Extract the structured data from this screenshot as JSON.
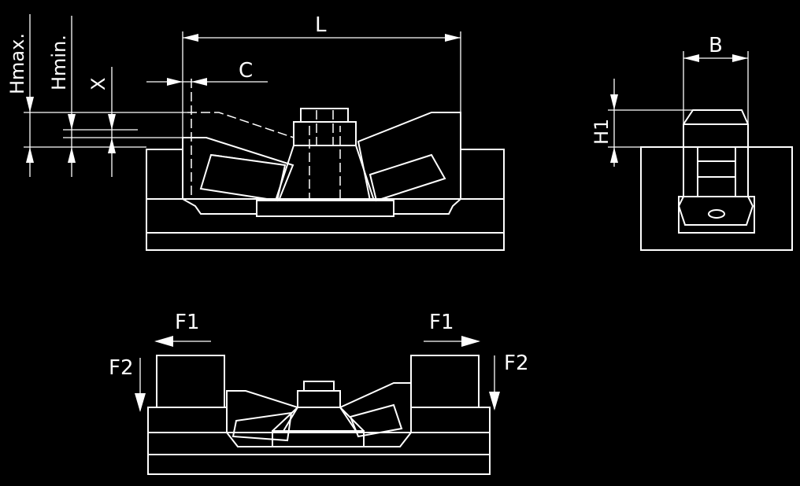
{
  "labels": {
    "l": "L",
    "c": "C",
    "x": "X",
    "hmax": "Hmax.",
    "hmin": "Hmin.",
    "b": "B",
    "h1": "H1",
    "f1_left": "F1",
    "f1_right": "F1",
    "f2_left": "F2",
    "f2_right": "F2"
  },
  "colors": {
    "background": "#000000",
    "line": "#ffffff"
  }
}
